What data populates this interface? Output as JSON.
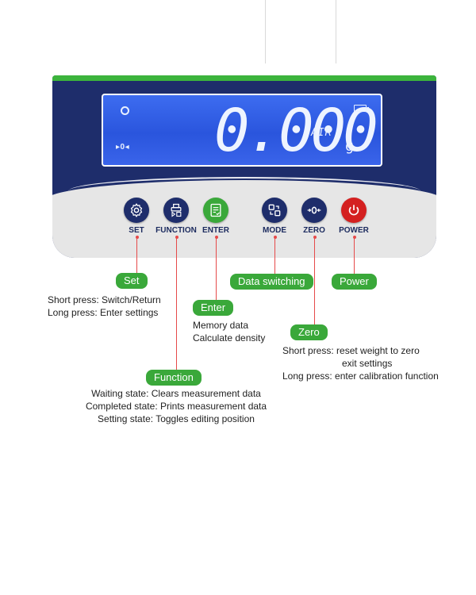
{
  "lcd": {
    "reading": "0.000",
    "mode_indicator": "AIR",
    "unit": "g",
    "zero_indicator": "▸0◂"
  },
  "buttons": [
    {
      "key": "set",
      "label": "SET",
      "icon": "gear-icon",
      "color": "#1e2d6b"
    },
    {
      "key": "function",
      "label": "FUNCTION",
      "icon": "printer-icon",
      "color": "#1e2d6b"
    },
    {
      "key": "enter",
      "label": "ENTER",
      "icon": "checklist-icon",
      "color": "#3aa83a"
    },
    {
      "key": "mode",
      "label": "MODE",
      "icon": "switch-icon",
      "color": "#1e2d6b"
    },
    {
      "key": "zero",
      "label": "ZERO",
      "icon": "zero-arrows-icon",
      "color": "#1e2d6b"
    },
    {
      "key": "power",
      "label": "POWER",
      "icon": "power-icon",
      "color": "#d42020"
    }
  ],
  "callouts": {
    "set": {
      "title": "Set",
      "lines": [
        "Short press: Switch/Return",
        "Long press: Enter settings"
      ]
    },
    "function": {
      "title": "Function",
      "lines": [
        "Waiting state: Clears measurement data",
        "Completed state: Prints measurement data",
        "Setting state: Toggles editing position"
      ]
    },
    "enter": {
      "title": "Enter",
      "lines": [
        "Memory data",
        "Calculate density"
      ]
    },
    "mode": {
      "title": "Data switching",
      "lines": []
    },
    "zero": {
      "title": "Zero",
      "lines": [
        "Short press: reset weight to zero",
        "exit settings",
        "Long press: enter calibration function"
      ]
    },
    "power": {
      "title": "Power",
      "lines": []
    }
  },
  "colors": {
    "panel": "#1e2d6b",
    "accent_green": "#3aa83a",
    "callout_line": "#e64a4a",
    "power_red": "#d42020"
  }
}
